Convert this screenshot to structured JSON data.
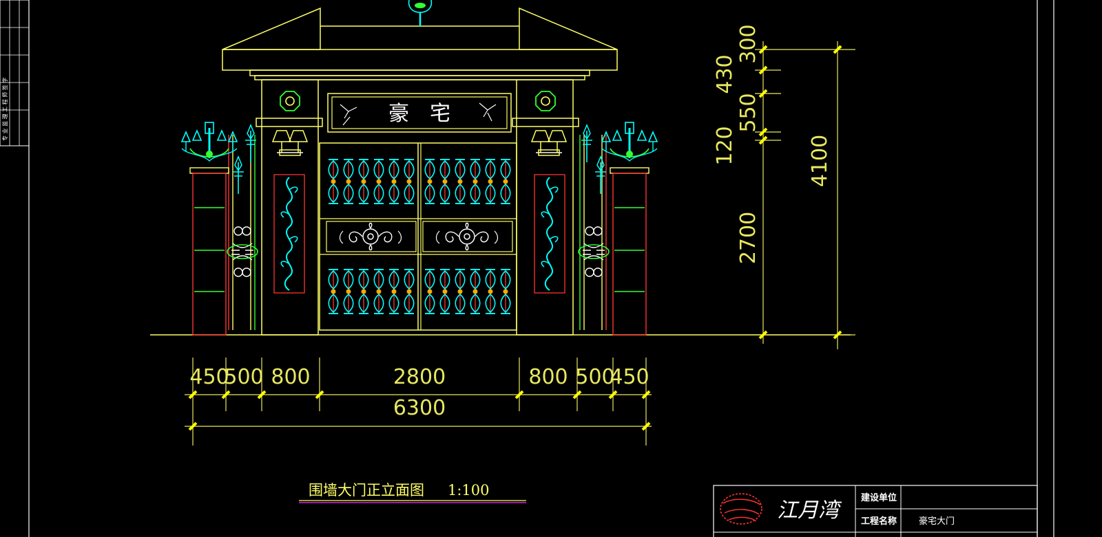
{
  "drawing": {
    "sign_text": "豪　宅",
    "title": "围墙大门正立面图",
    "scale": "1:100",
    "left_stamp": "专 业 监 理 工 程 师 签 字"
  },
  "dimensions": {
    "horizontal": [
      "450",
      "500",
      "800",
      "2800",
      "800",
      "500",
      "450"
    ],
    "total_width": "6300",
    "vertical_left": [
      "300",
      "430",
      "550",
      "120",
      "2700"
    ],
    "total_height": "4100"
  },
  "title_block": {
    "logo_text": "江月湾",
    "client_label": "建设单位",
    "client_value": "",
    "project_label": "工程名称",
    "project_value": "豪宅大门"
  },
  "colors": {
    "background": "#000000",
    "frame": "#ffffff",
    "structure": "#ffff66",
    "ornament": "#00ffff",
    "column": "#ff3333",
    "greenery": "#33ff33",
    "dimension": "#e8e860",
    "dim_tick": "#ffff00"
  }
}
